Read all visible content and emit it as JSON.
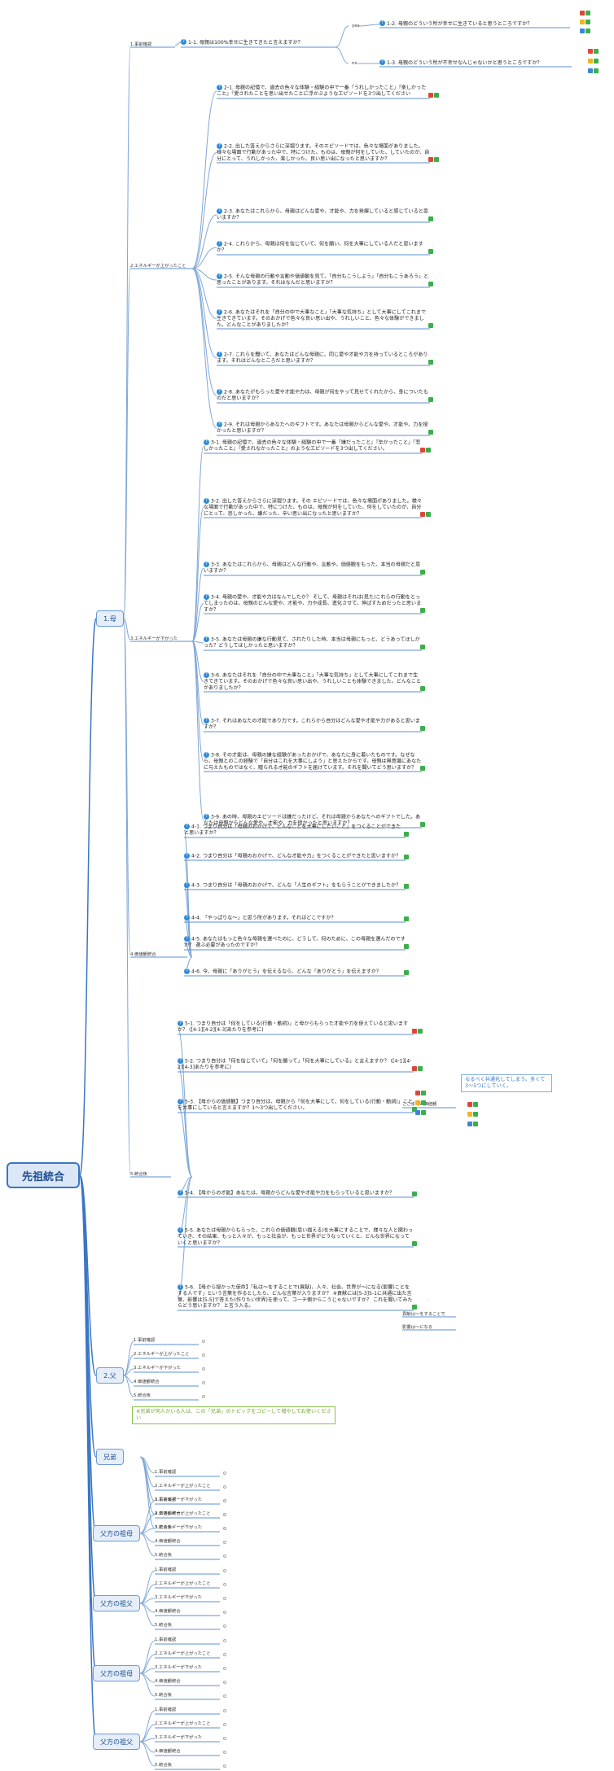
{
  "root": {
    "label": "先祖統合"
  },
  "branches": {
    "mother": "1.母",
    "father": "2.父",
    "siblings": "兄弟",
    "pgm": "父方の祖母",
    "pgf": "父方の祖父",
    "mgm": "父方の祖母",
    "mgf": "父方の祖父"
  },
  "subs": [
    "1.事前確認",
    "2.エネルギーが上がったこと",
    "3.エネルギーが下がった",
    "4.価値観統合",
    "5.統合後"
  ],
  "mother": {
    "q11": "1-1. 母親は100%幸せに生きてきたと言えますか？",
    "yes": "yes",
    "no": "no",
    "q12": "1-2. 母親のどういう所が幸せに生きていると思うところですか？",
    "q13": "1-3. 母親のどういう所が不幸せなんじゃないかと思うところですか？",
    "up": [
      "2-1. 母親の記憶で、過去の色々な体験・経験の中で一番『うれしかったこと』『楽しかったこと』『愛されたことを思い出せたことに浮かぶようなエピソードを3つ出してください",
      "2-2. 出した答えからさらに深堀ります。そのエピソードでは、色々な場面がありました。様々な場面で行動があった中で、特につけた、ものは、母親が何をしていた、していたのが、自分にとって、うれしかった、楽しかった、良い思い出になったと思いますか？",
      "2-3. あなたはこれらから、母親はどんな愛や、才能や、力を発揮していると感じていると思いますか？",
      "2-4. これらから、母親は何を信じていて、何を願い、何を大事にしている人だと思いますか？",
      "2-5. そんな母親の行動や言動や価値観を見て、「自分もこうしよう」「自分もこうあろう」と思ったことがあります。それはなんだと思いますか？",
      "2-6. あなたはそれを「自分の中で大事なこと」「大事な気持ち」として大事にしてこれまで生きてきています。そのおかげで色々な良い思い出や、うれしいこと、色々な体験ができました。どんなことがありましたか？",
      "2-7. これらを聞いて、あなたはどんな母親に、同じ愛や才能や力を持っているところがあります。それはどんなところだと思いますか？",
      "2-8. あなたがもらった愛や才能や力は、母親が何をやって見せてくれたから、身についたものだと思いますか？",
      "2-9. それは母親からあなたへのギフトです。あなたは母親からどんな愛や、才能や、力を授かったと思いますか？"
    ],
    "down": [
      "3-1. 母親の記憶で、過去の色々な体験・経験の中で一番『嫌だったこと』『辛かったこと』『悲しかったこと』『愛されなかったこと』のようなエピソードを3つ出してください。",
      "3-2. 出した答えからさらに深堀ります。その エピソードでは、色々な場面がありました。様々な場面で行動があった中で、特につけた、ものは、母親が何をしていた、何をしていたのが、自分にとって、悲しかった、嫌だった、辛い思い出になったと思いますか？",
      "3-3. あなたはこれらから、母親はどんな行動や、言動や、価値観をもった、本当の母親だと思いますか？",
      "3-4. 母親の愛や、才能や力はなんでしたか？ そして、母親はそれは(見た)これらの行動をとってしまったのは、母親のどんな愛や、才能や、力や成長、進化させて、伸ばすためだったと思いますか？",
      "3-5. あなたは母親の嫌な行動見て、されたりした時、本当は母親にもっと、どうあってほしかった？どうしてほしかったと思いますか？",
      "3-6. あなたはそれを「自分の中で大事なこと」「大事な気持ち」として大事にしてこれまで生きてきています。そのおかげで色々な良い思い出や、うれしいことも体験できました。どんなことがありましたか？",
      "3-7. それはあなたの才能であり力です。これらから自分はどんな愛や才能や力があると思いますか？",
      "3-8. その才能は、母親の嫌な経験があったおかげで、あなたに身に着いたものです。なぜなら、母親とのこの経験で「自分はこれを大事にしよう」と思えたからです。母親は無意識にあなたに与えたものではなく、贈られる才能のギフトを届けています。それを聞いてどう思いますか？",
      "3-9. あの時、母親のエピソードは嫌だったけど、それは母親からあなたへのギフトでした。あなたは母親からどんな愛や、才能や、力を授かったと思いますか？"
    ],
    "values": [
      "4-1. つまり自分は「母親のおかげで、どんなことを大事にしたいこと」をつくることができたと思いますか？",
      "4-2. つまり自分は「母親のおかげで、どんな才能や力」をつくることができたと思いますか？",
      "4-3. つまり自分は「母親のおかげで、どんな「人生のギフト」をもらうことができましたか？",
      "4-4. 「やっぱりな〜」と思う所があります。それはどこですか？",
      "4-5. あなたはもっと色々な母親を選べたのに、どうして、何のために、この母親を選んだのですか？ 選ぶ必要があったのですか？",
      "4-6. 今、母親に「ありがとう」を伝えるなら、どんな「ありがとう」を伝えますか？"
    ],
    "after": [
      "5-1. つまり自分は「何をしている(行動・動詞)」と母からもらった才能や力を使えていると思いますか？ ([4-1][4-2][4-3]あたりを参考に)",
      "5-2. つまり自分は「何を信じていて」「何を願って」「何を大事にしている」と言えますか？ ([4-1][4-2][4-3]あたりを参考に)",
      "5-3. 【母からの価値観】つまり自分は、母親から「何を大事にして、何をしている(行動・動詞)」ことを大事にしていると言えますか？1〜3つ出してください。",
      "5-4. 【母からの才能】あなたは、母親からどんな愛や才能や力をもらっていると思いますか？",
      "5-5. あなたは母親からもらった、これらの価値観(思い描える)を大事にすることで、様々な人と関わっていき、その結果、もっと人々が、もっと社会が、もっと世界がどうなっていくと、どんな世界になっていくと思いますか？",
      "5-6. 【母から授かった使命】「私は〜をすることで(貢献)、人々、社会、世界が〜になる(影響)ことをする人です」という言葉を作るとしたら、どんな言葉が入りますか？ ※貢献には[5-3]5-1に共通に出た言葉、影響は[5-5]で答えた(作りたい世界)を使って、コーチ側からこうじゃないですか？ これを聞いてみたらどう思いますか？ と言う入る。"
    ],
    "collected": "ここまでた価値観",
    "note": "なるべく共通化してしまう。多くて3〜5つにしていく。",
    "contrib": "貢献は〜をすることで",
    "impact": "影響は〜になる"
  },
  "siblingNote": "※兄弟が何人かいる人は、この「兄弟」のトピックをコピーして増やしてお使いください"
}
